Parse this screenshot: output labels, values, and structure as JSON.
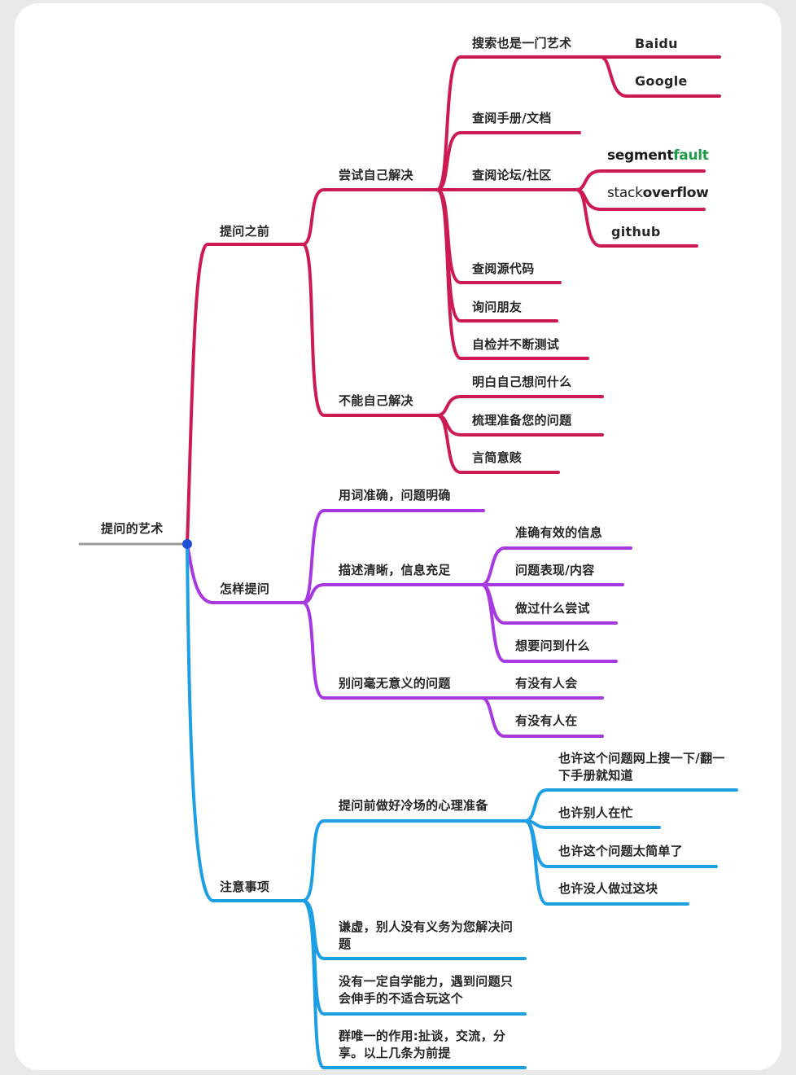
{
  "mindmap": {
    "root": "提问的艺术",
    "colors": {
      "red": "#cc1b53",
      "purple": "#a63ae0",
      "blue": "#1e9fe4",
      "root_dot": "#1e4fd6",
      "root_line": "#9a9a9a"
    },
    "branch1": {
      "label": "提问之前",
      "solve_self": {
        "label": "尝试自己解决",
        "search": {
          "label": "搜索也是一门艺术",
          "items": [
            "Baidu",
            "Google"
          ]
        },
        "manual": "查阅手册/文档",
        "forum": {
          "label": "查阅论坛/社区",
          "items": [
            "segmentfault",
            "stackoverflow",
            "github"
          ],
          "seg_a": "segment",
          "seg_b": "fault",
          "so_a": "stack",
          "so_b": "overflow"
        },
        "source": "查阅源代码",
        "friends": "询问朋友",
        "selfcheck": "自检并不断测试"
      },
      "cannot_solve": {
        "label": "不能自己解决",
        "items": [
          "明白自己想问什么",
          "梳理准备您的问题",
          "言简意赅"
        ]
      }
    },
    "branch2": {
      "label": "怎样提问",
      "wording": "用词准确，问题明确",
      "describe": {
        "label": "描述清晰，信息充足",
        "items": [
          "准确有效的信息",
          "问题表现/内容",
          "做过什么尝试",
          "想要问到什么"
        ]
      },
      "meaningless": {
        "label": "别问毫无意义的问题",
        "items": [
          "有没有人会",
          "有没有人在"
        ]
      }
    },
    "branch3": {
      "label": "注意事项",
      "cold": {
        "label": "提问前做好冷场的心理准备",
        "items": [
          "也许这个问题网上搜一下/翻一下手册就知道",
          "也许别人在忙",
          "也许这个问题太简单了",
          "也许没人做过这块"
        ]
      },
      "humble": "谦虚，别人没有义务为您解决问题",
      "ability": "没有一定自学能力，遇到问题只会伸手的不适合玩这个",
      "group": "群唯一的作用:扯谈，交流，分享。以上几条为前提"
    }
  }
}
